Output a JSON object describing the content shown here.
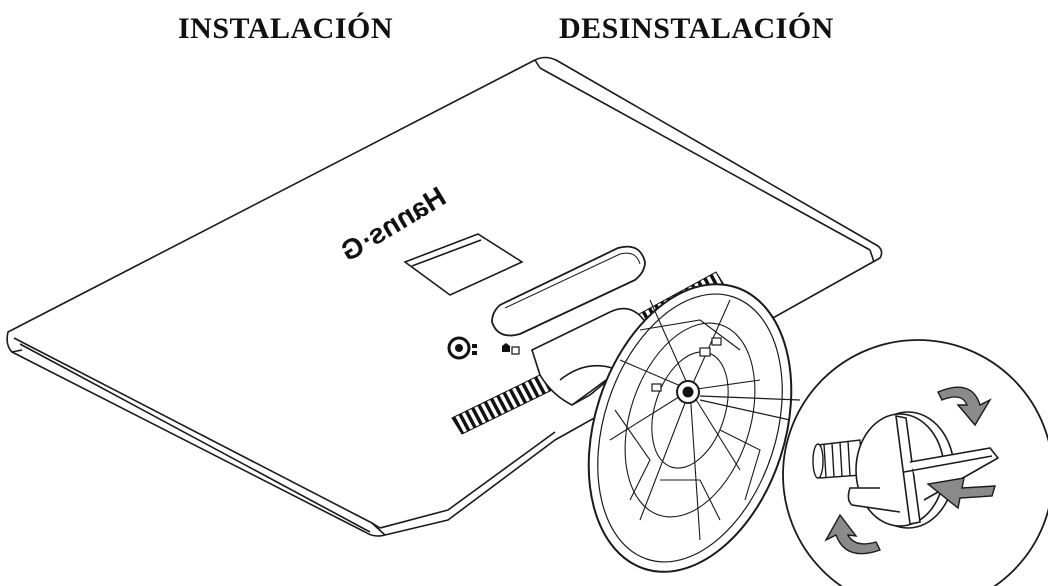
{
  "headings": {
    "install": "INSTALACIÓN",
    "uninstall": "DESINSTALACIÓN"
  },
  "brand_logo": "Hanns·G",
  "colors": {
    "ink": "#1a1a1a",
    "arrow_fill": "#8a8a8a",
    "background": "#ffffff"
  },
  "icons": {
    "rotate_arrow_top": "curved-arrow-clockwise-icon",
    "rotate_arrow_bottom": "curved-arrow-counterclockwise-icon",
    "press_arrow": "straight-arrow-icon"
  }
}
